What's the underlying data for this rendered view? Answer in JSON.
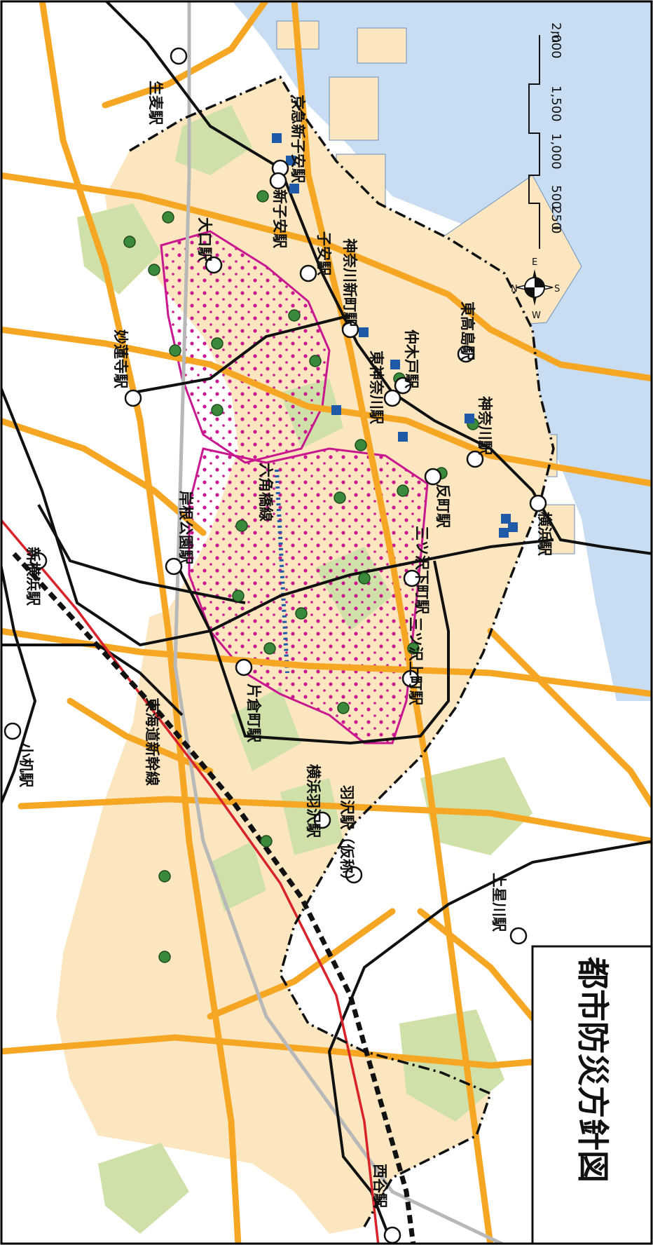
{
  "title": "都市防災方針図",
  "colors": {
    "sea": "#c9ddf2",
    "land_in": "#fbe6bf",
    "land_out": "#ffffff",
    "park": "#cfe1a8",
    "road": "#f5a623",
    "rail": "#111111",
    "jr": "#b8b8b8",
    "shinkansen_red": "#d8232a",
    "boundary": "#111111",
    "pink": "#c8178f",
    "evac_green": "#3b8a3b",
    "blue_sq": "#1f5aa8"
  },
  "stations": [
    {
      "name": "生麦駅"
    },
    {
      "name": "京急新子安駅"
    },
    {
      "name": "新子安駅"
    },
    {
      "name": "子安駅"
    },
    {
      "name": "大口駅"
    },
    {
      "name": "神奈川新町駅"
    },
    {
      "name": "妙蓮寺駅"
    },
    {
      "name": "仲木戸駅"
    },
    {
      "name": "東神奈川駅"
    },
    {
      "name": "東高島駅"
    },
    {
      "name": "神奈川駅"
    },
    {
      "name": "反町駅"
    },
    {
      "name": "横浜駅"
    },
    {
      "name": "岸根公園駅"
    },
    {
      "name": "三ツ沢下町駅"
    },
    {
      "name": "三ツ沢上町駅"
    },
    {
      "name": "新横浜駅"
    },
    {
      "name": "片倉町駅"
    },
    {
      "name": "小机駅"
    },
    {
      "name": "横浜羽沢駅"
    },
    {
      "name": "羽沢駅（仮称）"
    },
    {
      "name": "上星川駅"
    },
    {
      "name": "西谷駅"
    }
  ],
  "labels": {
    "rokkakubashi": "六角橋線",
    "tokaido_shinkansen": "東海道新幹線"
  },
  "scale": {
    "unit": "m",
    "ticks": [
      "0",
      "250",
      "500",
      "1,000",
      "1,500",
      "2,000"
    ]
  },
  "compass": {
    "n": "N",
    "s": "S",
    "e": "E",
    "w": "W"
  }
}
